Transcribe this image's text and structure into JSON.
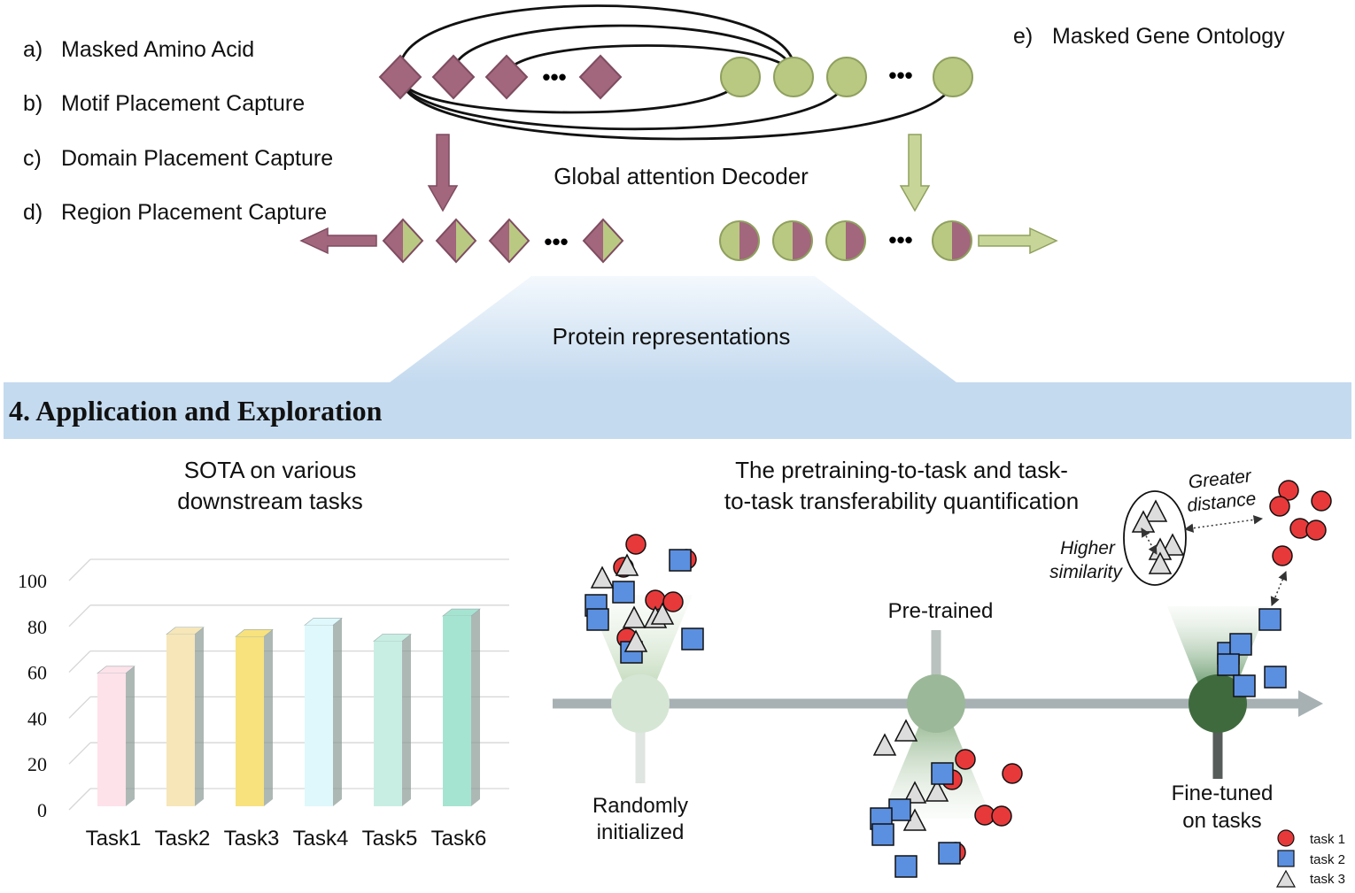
{
  "pretraining_tasks": [
    {
      "letter": "a)",
      "label": "Masked Amino Acid"
    },
    {
      "letter": "b)",
      "label": "Motif Placement Capture"
    },
    {
      "letter": "c)",
      "label": "Domain Placement Capture"
    },
    {
      "letter": "d)",
      "label": "Region Placement Capture"
    },
    {
      "letter": "e)",
      "label": "Masked Gene Ontology"
    }
  ],
  "decoder": {
    "label": "Global attention Decoder",
    "ellipsis": "•••"
  },
  "representations_label": "Protein representations",
  "section": {
    "title": "4. Application and Exploration"
  },
  "colors": {
    "amino_acid_diamond": "#a2667d",
    "gene_ontology_circle": "#b9c982",
    "banner": "#c4daef",
    "task1_marker": "#e8393a",
    "task2_marker": "#5b8fe0",
    "task3_marker": "#dddddd"
  },
  "chart_data": {
    "type": "bar",
    "title": "SOTA on various downstream tasks",
    "title_lines": [
      "SOTA on various",
      "downstream tasks"
    ],
    "categories": [
      "Task1",
      "Task2",
      "Task3",
      "Task4",
      "Task5",
      "Task6"
    ],
    "values": [
      58,
      75,
      74,
      79,
      72,
      83
    ],
    "bar_colors": [
      "#fde2ea",
      "#f6e6b8",
      "#f7e27e",
      "#dff8fb",
      "#c8eee3",
      "#a6e4d2"
    ],
    "ylim": [
      0,
      100
    ],
    "yticks": [
      0,
      20,
      40,
      60,
      80,
      100
    ],
    "xlabel": "",
    "ylabel": "",
    "grid": true,
    "legend": "none"
  },
  "transferability": {
    "title_lines": [
      "The pretraining-to-task and task-",
      "to-task transferability quantification"
    ],
    "stages": [
      {
        "label_lines": [
          "Randomly",
          "initialized"
        ]
      },
      {
        "label_lines": [
          "Pre-trained"
        ]
      },
      {
        "label_lines": [
          "Fine-tuned",
          "on tasks"
        ]
      }
    ],
    "annotations": {
      "greater_distance": [
        "Greater",
        "distance"
      ],
      "higher_similarity": [
        "Higher",
        "similarity"
      ]
    },
    "legend": [
      {
        "marker": "circle",
        "label": "task 1"
      },
      {
        "marker": "square",
        "label": "task 2"
      },
      {
        "marker": "triangle",
        "label": "task 3"
      }
    ]
  }
}
